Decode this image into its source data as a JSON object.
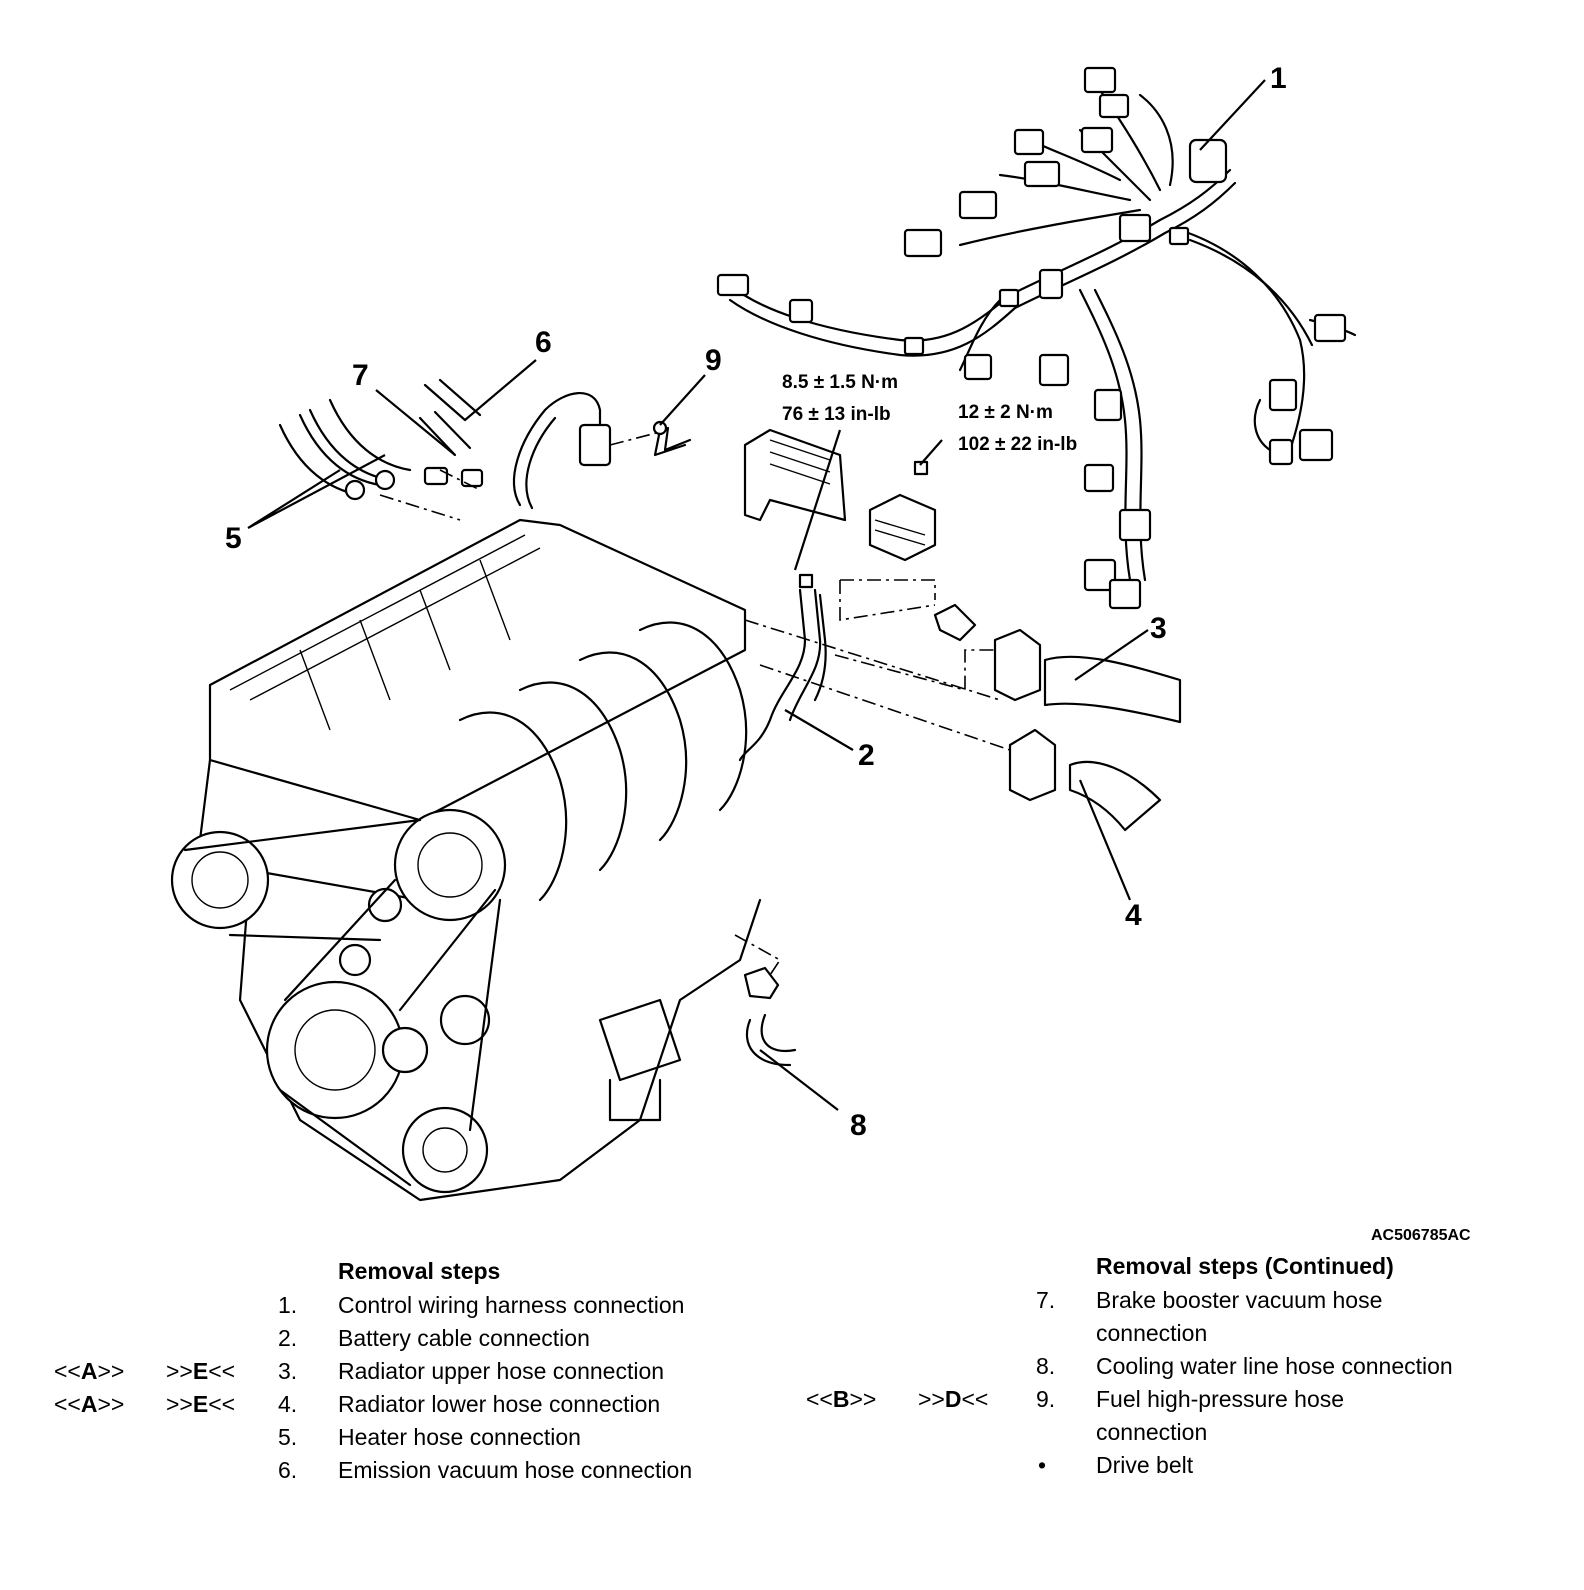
{
  "figure_id": "AC506785AC",
  "callouts": [
    "1",
    "2",
    "3",
    "4",
    "5",
    "6",
    "7",
    "8",
    "9"
  ],
  "torque": {
    "t1_nm": "8.5 ± 1.5 N·m",
    "t1_inlb": "76 ± 13 in-lb",
    "t2_nm": "12 ± 2 N·m",
    "t2_inlb": "102 ± 22 in-lb"
  },
  "left_list": {
    "heading": "Removal steps",
    "items": [
      {
        "num": "1.",
        "text": "Control wiring harness connection"
      },
      {
        "num": "2.",
        "text": "Battery cable connection"
      },
      {
        "num": "3.",
        "text": "Radiator upper hose connection",
        "tag1_pre": "<<",
        "tag1_letter": "A",
        "tag1_post": ">>",
        "tag2_pre": ">>",
        "tag2_letter": "E",
        "tag2_post": "<<"
      },
      {
        "num": "4.",
        "text": "Radiator lower hose connection",
        "tag1_pre": "<<",
        "tag1_letter": "A",
        "tag1_post": ">>",
        "tag2_pre": ">>",
        "tag2_letter": "E",
        "tag2_post": "<<"
      },
      {
        "num": "5.",
        "text": "Heater hose connection"
      },
      {
        "num": "6.",
        "text": "Emission vacuum hose connection"
      }
    ]
  },
  "right_list": {
    "heading": "Removal steps (Continued)",
    "items": [
      {
        "num": "7.",
        "text": "Brake booster vacuum hose",
        "text2": "connection"
      },
      {
        "num": "8.",
        "text": "Cooling water line hose connection"
      },
      {
        "num": "9.",
        "text": "Fuel high-pressure hose",
        "text2": "connection",
        "tag1_pre": "<<",
        "tag1_letter": "B",
        "tag1_post": ">>",
        "tag2_pre": ">>",
        "tag2_letter": "D",
        "tag2_post": "<<"
      },
      {
        "num": "•",
        "text": "Drive belt"
      }
    ]
  }
}
